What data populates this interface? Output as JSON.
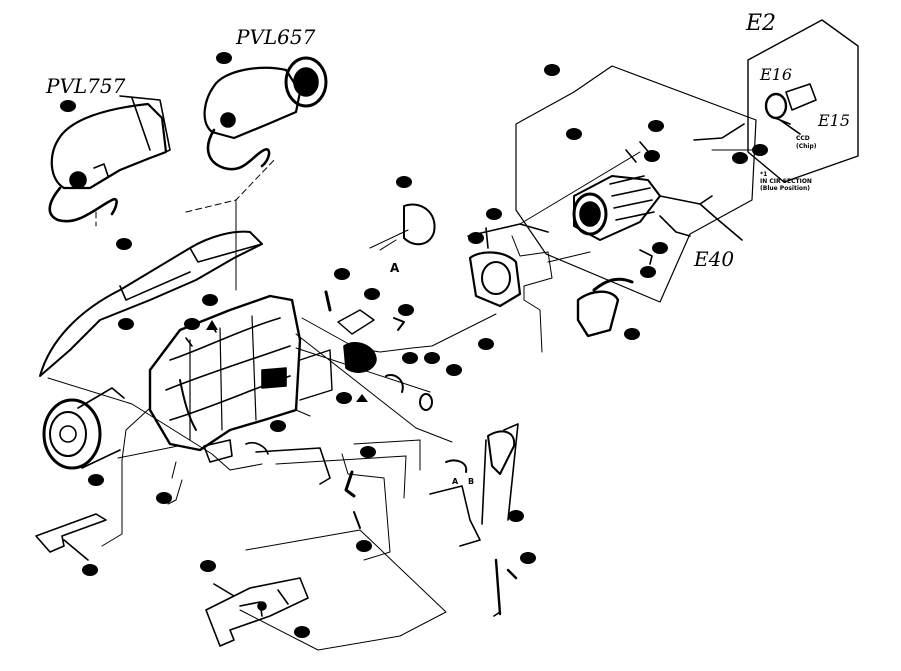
{
  "labels": {
    "model_pvl757": "PVL757",
    "model_pvl657": "PVL657",
    "group_e2": "E2",
    "group_e16": "E16",
    "group_e15": "E15",
    "group_e40": "E40",
    "ccd_text": "CCD",
    "ccd_sub": "(Chip)",
    "star_mark": "*1",
    "section_text": "IN CIR SECTION",
    "section_sub": "(Blue Position)",
    "view_a_upper": "A",
    "view_a_lower": "A",
    "view_b": "B"
  }
}
